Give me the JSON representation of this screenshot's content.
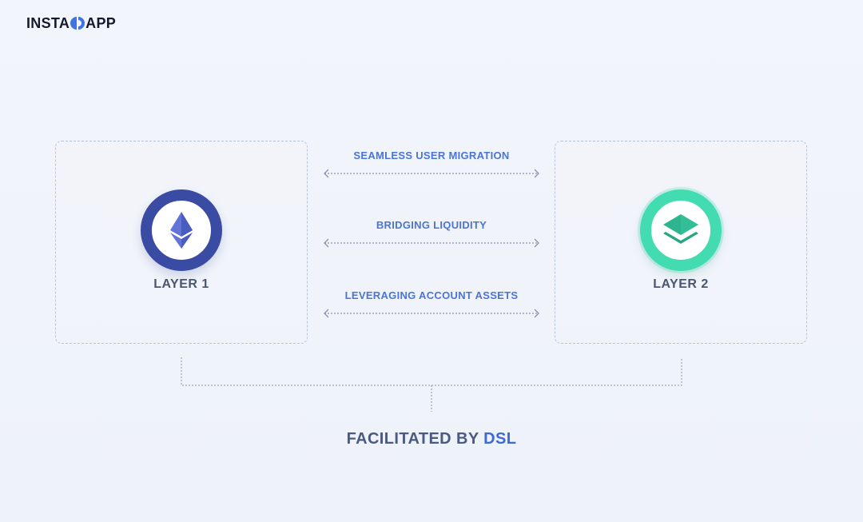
{
  "brand": {
    "name_left": "INSTA",
    "name_right": "APP",
    "mark_color": "#3f74e6",
    "icon": "instadapp-logo-icon"
  },
  "layer1": {
    "label": "LAYER 1",
    "icon": "ethereum-icon",
    "ring_color": "#3a4ba3"
  },
  "layer2": {
    "label": "LAYER 2",
    "icon": "layers-icon",
    "ring_color": "#43dbb0"
  },
  "links": [
    {
      "label": "SEAMLESS USER MIGRATION"
    },
    {
      "label": "BRIDGING LIQUIDITY"
    },
    {
      "label": "LEVERAGING ACCOUNT ASSETS"
    }
  ],
  "footer": {
    "prefix": "FACILITATED BY ",
    "accent": "DSL",
    "accent_color": "#3d6ad6"
  }
}
